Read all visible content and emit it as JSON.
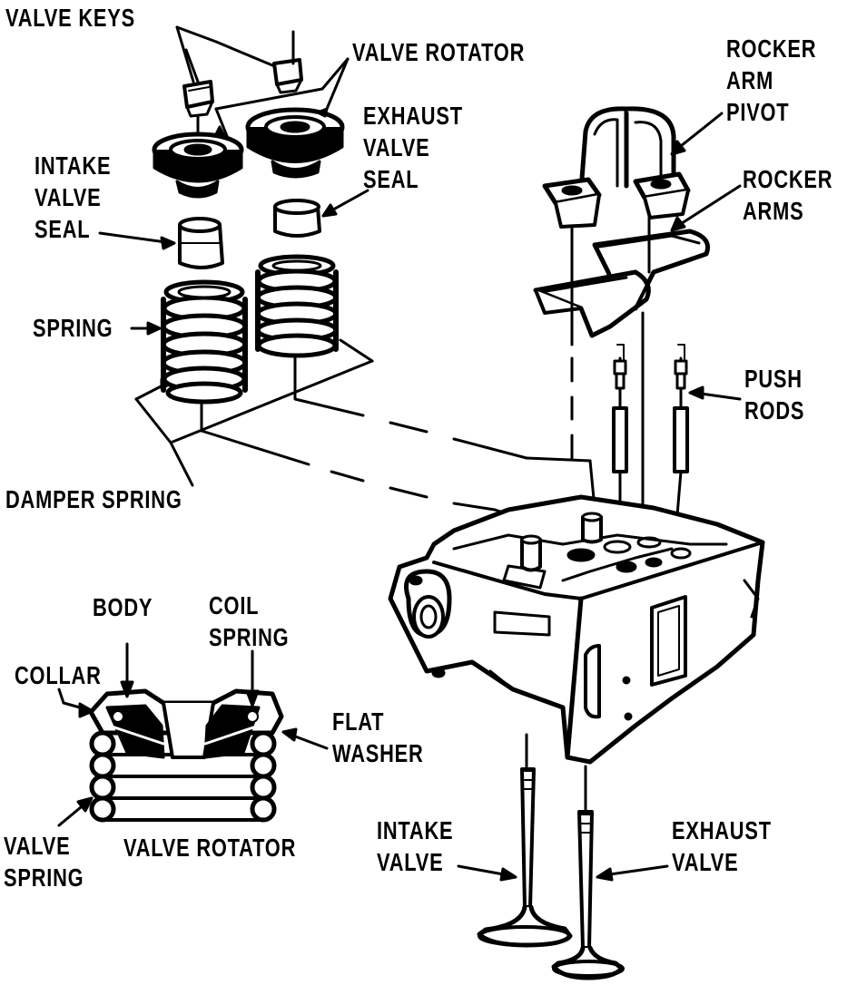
{
  "colors": {
    "ink": "#000000",
    "paper": "#ffffff"
  },
  "labels": {
    "valve_keys": "VALVE KEYS",
    "valve_rotator_top": "VALVE ROTATOR",
    "intake_valve_seal": "INTAKE\nVALVE\nSEAL",
    "exhaust_valve_seal": "EXHAUST\nVALVE\nSEAL",
    "rocker_arm_pivot": "ROCKER\nARM\nPIVOT",
    "rocker_arms": "ROCKER\nARMS",
    "spring": "SPRING",
    "push_rods": "PUSH\nRODS",
    "damper_spring": "DAMPER SPRING",
    "body": "BODY",
    "coil_spring": "COIL\nSPRING",
    "collar": "COLLAR",
    "flat_washer": "FLAT\nWASHER",
    "valve_spring": "VALVE\nSPRING",
    "valve_rotator_bottom": "VALVE ROTATOR",
    "intake_valve": "INTAKE\nVALVE",
    "exhaust_valve": "EXHAUST\nVALVE"
  }
}
